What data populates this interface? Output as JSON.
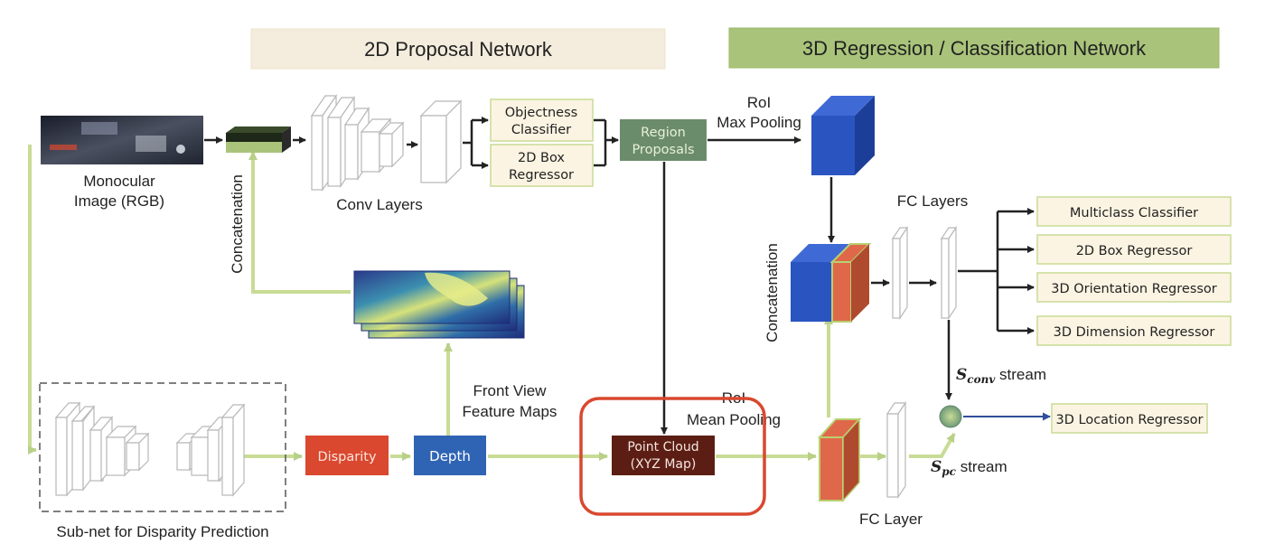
{
  "header": {
    "proposal_network": "2D Proposal Network",
    "regression_network": "3D Regression / Classification Network"
  },
  "input": {
    "line1": "Monocular",
    "line2": "Image (RGB)"
  },
  "labels": {
    "concatenation_left": "Concatenation",
    "conv_layers": "Conv Layers",
    "roi_max_line1": "RoI",
    "roi_max_line2": "Max Pooling",
    "fc_layers": "FC Layers",
    "concatenation_right": "Concatenation",
    "front_view_line1": "Front View",
    "front_view_line2": "Feature Maps",
    "roi_mean_line1": "RoI",
    "roi_mean_line2": "Mean Pooling",
    "subnet": "Sub-net for Disparity Prediction",
    "fc_layer": "FC Layer",
    "s_conv": "S",
    "s_conv_sub": "conv",
    "s_conv_suffix": " stream",
    "s_pc": "S",
    "s_pc_sub": "pc",
    "s_pc_suffix": " stream"
  },
  "boxes": {
    "objectness_line1": "Objectness",
    "objectness_line2": "Classifier",
    "box2d_line1": "2D Box",
    "box2d_line2": "Regressor",
    "region_line1": "Region",
    "region_line2": "Proposals",
    "disparity": "Disparity",
    "depth": "Depth",
    "pointcloud_line1": "Point Cloud",
    "pointcloud_line2": "(XYZ Map)"
  },
  "outputs": {
    "multiclass": "Multiclass Classifier",
    "box2d": "2D Box Regressor",
    "orientation": "3D Orientation Regressor",
    "dimension": "3D Dimension Regressor",
    "location": "3D Location Regressor"
  },
  "colors": {
    "proposal_header_bg": "#f4ecdc",
    "regression_header_bg": "#a9c47a",
    "output_box_bg": "#fcf4e2",
    "output_box_border": "#c8dc96",
    "region_box": "#6b8c6a",
    "disparity_box": "#d9482f",
    "depth_box": "#2f64b4",
    "pointcloud_box": "#5c1e14",
    "highlight": "#d9482f",
    "flow_line": "#c8dc96",
    "blue_cube": "#2a55c0",
    "orange_cube": "#e0684a",
    "dark_arrow": "#222222",
    "location_arrow": "#2f4f9a"
  },
  "icons": {
    "input_image": "street-scene-thumbnail",
    "feature_maps": "depth-heatmap-stack",
    "sum_node": "sum-circle-icon"
  }
}
